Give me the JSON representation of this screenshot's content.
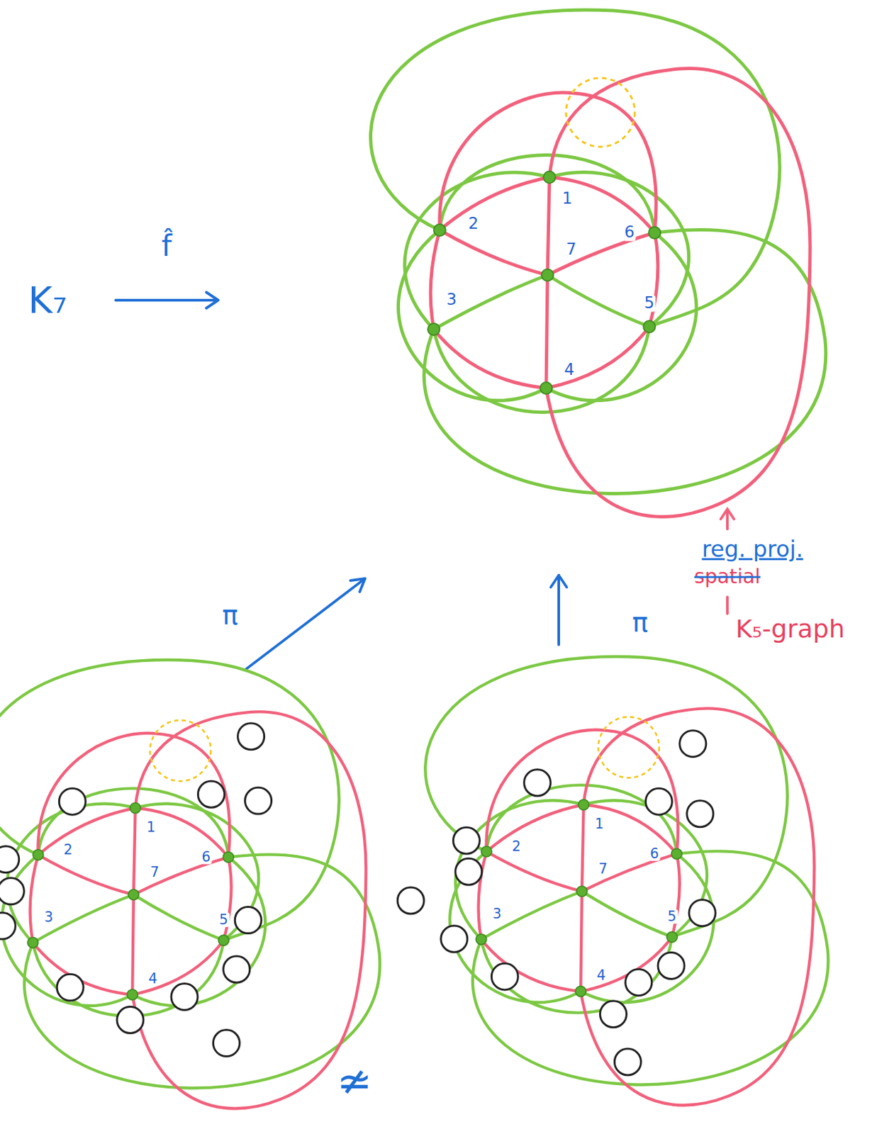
{
  "diagram": {
    "labels": [
      "K₇",
      "f̂",
      "1",
      "2",
      "6",
      "7",
      "3",
      "5",
      "4",
      "reg. proj.",
      "spatial",
      "π",
      "π",
      "K₅-graph",
      "1",
      "2",
      "6",
      "7",
      "3",
      "5",
      "4",
      "1",
      "2",
      "6",
      "7",
      "3",
      "5",
      "4",
      "≄"
    ]
  }
}
